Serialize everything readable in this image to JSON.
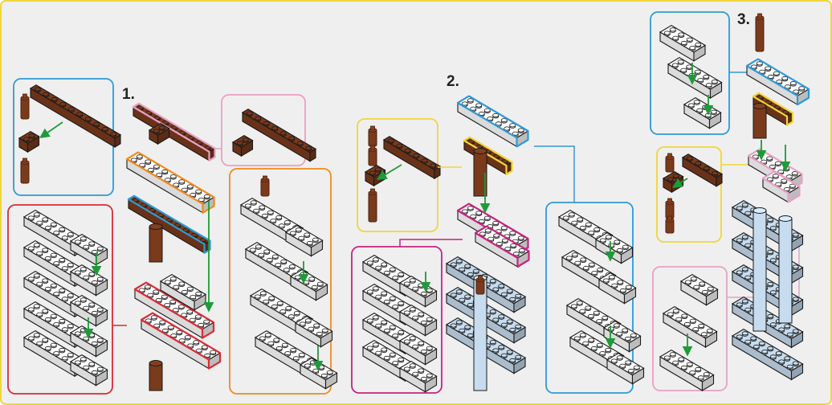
{
  "steps": [
    {
      "label": "1."
    },
    {
      "label": "2."
    },
    {
      "label": "3."
    }
  ],
  "colors": {
    "page_background": "#efefef",
    "outer_border": "#f0d53a",
    "brick_white": "#ffffff",
    "brick_outline": "#1a1a1a",
    "brick_brown": "#7a3a1c",
    "brick_brown_dark": "#4f220d",
    "brick_blue": "#c7dcee",
    "arrow_green": "#1f9a3a",
    "frame_blue": "#2e9ad6",
    "frame_pink": "#e9a0c4",
    "frame_orange": "#ef8a1e",
    "frame_red": "#d92b35",
    "frame_yellow": "#f0d53a",
    "frame_magenta": "#c4247e"
  },
  "icons": {
    "brick": "lego-brick-icon",
    "pin": "connector-pin-icon",
    "arrow": "green-arrow-icon"
  }
}
